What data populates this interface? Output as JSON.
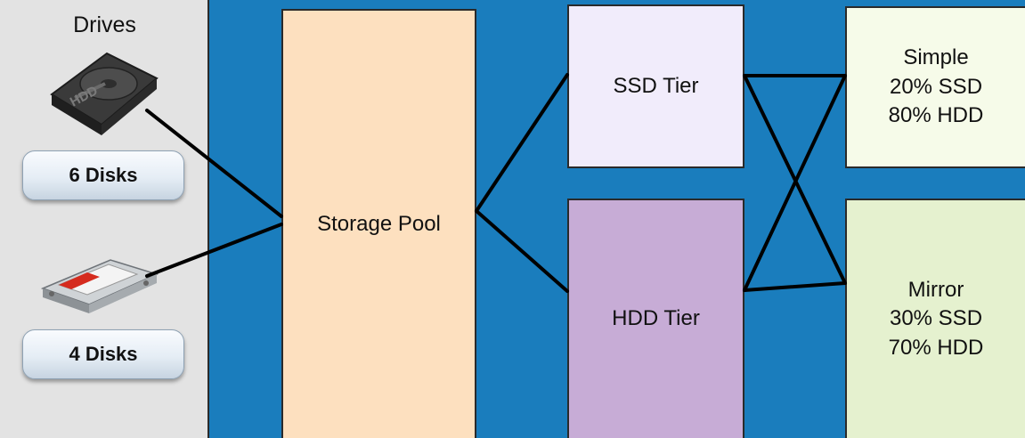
{
  "drives": {
    "title": "Drives",
    "hdd_label": "HDD",
    "hdd_count": "6 Disks",
    "ssd_count": "4 Disks"
  },
  "pool": {
    "label": "Storage Pool"
  },
  "tiers": {
    "ssd": "SSD Tier",
    "hdd": "HDD Tier"
  },
  "layouts": [
    {
      "name": "Simple",
      "ssd": "20% SSD",
      "hdd": "80% HDD"
    },
    {
      "name": "Mirror",
      "ssd": "30% SSD",
      "hdd": "70% HDD"
    }
  ],
  "colors": {
    "background": "#1a7dbd",
    "drives_panel": "#e3e3e3",
    "storage_pool": "#fde0bf",
    "ssd_tier": "#f1ecfb",
    "hdd_tier": "#c7acd6",
    "simple": "#f6fbe9",
    "mirror": "#e5f1cf"
  }
}
